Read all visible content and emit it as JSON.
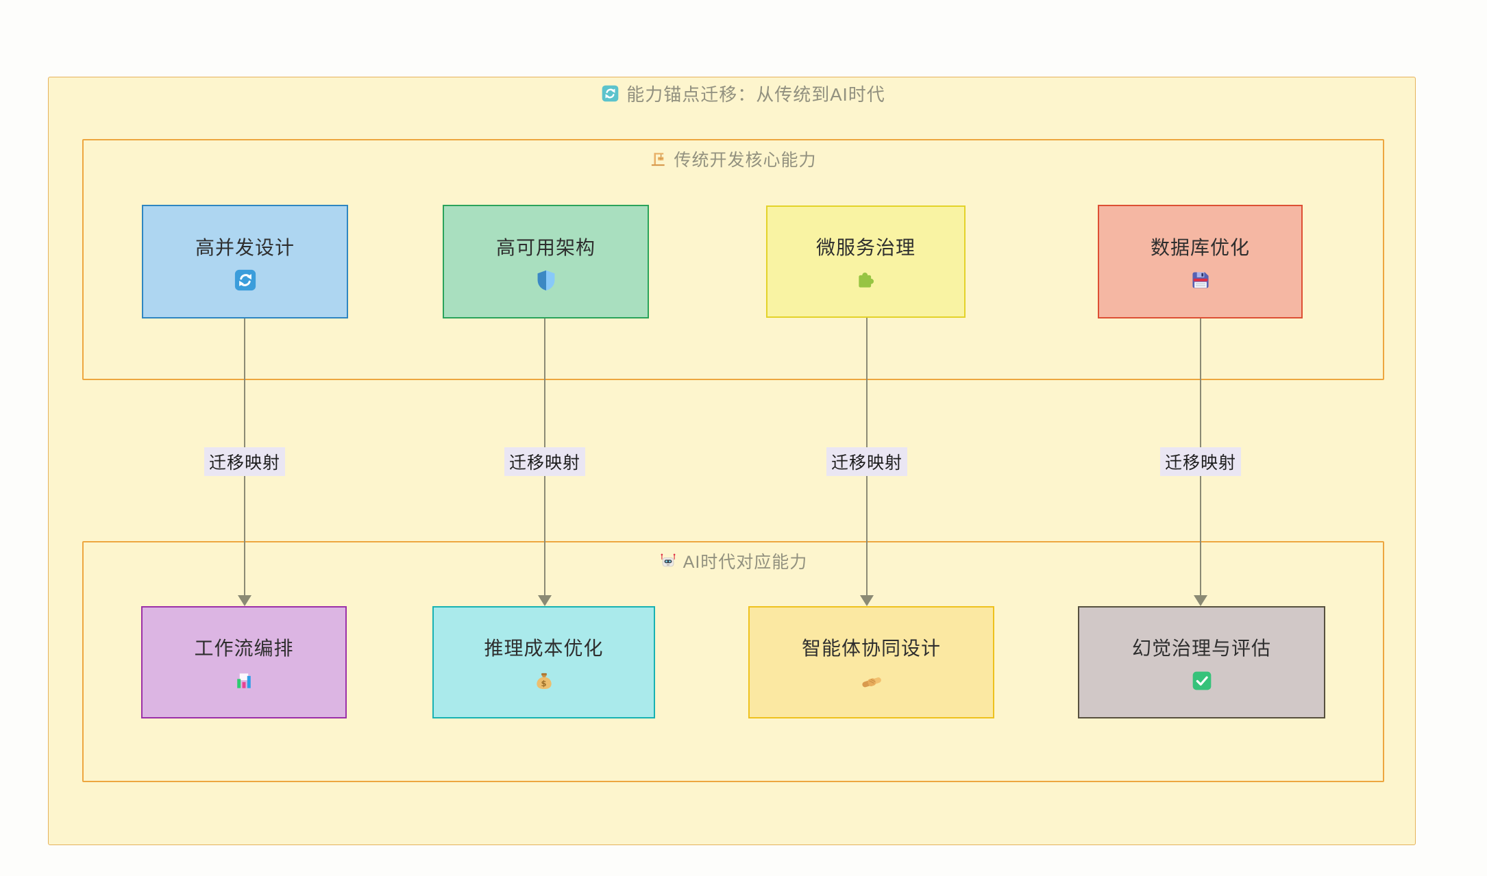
{
  "diagram": {
    "title": {
      "icon": "refresh-icon",
      "text": "能力锚点迁移：从传统到AI时代"
    },
    "groups": [
      {
        "icon": "construction-crane-icon",
        "title": "传统开发核心能力"
      },
      {
        "icon": "robot-icon",
        "title": "AI时代对应能力"
      }
    ],
    "nodes": [
      {
        "label": "高并发设计",
        "icon": "refresh-icon",
        "fill": "#aed6f1",
        "border": "#2e86c1"
      },
      {
        "label": "高可用架构",
        "icon": "shield-icon",
        "fill": "#a9dfbf",
        "border": "#2aa35a"
      },
      {
        "label": "微服务治理",
        "icon": "puzzle-icon",
        "fill": "#f9f3a3",
        "border": "#e3d229"
      },
      {
        "label": "数据库优化",
        "icon": "floppy-disk-icon",
        "fill": "#f5b7a3",
        "border": "#dd4f33"
      },
      {
        "label": "工作流编排",
        "icon": "bar-chart-icon",
        "fill": "#dcb5e3",
        "border": "#9b30a8"
      },
      {
        "label": "推理成本优化",
        "icon": "money-bag-icon",
        "fill": "#aaeaeb",
        "border": "#17b2b2"
      },
      {
        "label": "智能体协同设计",
        "icon": "handshake-icon",
        "fill": "#fbe8a2",
        "border": "#eec11e"
      },
      {
        "label": "幻觉治理与评估",
        "icon": "check-mark-icon",
        "fill": "#d1c8c7",
        "border": "#56503e"
      }
    ],
    "edges": [
      {
        "label": "迁移映射"
      },
      {
        "label": "迁移映射"
      },
      {
        "label": "迁移映射"
      },
      {
        "label": "迁移映射"
      }
    ],
    "colors": {
      "canvas_background": "#fdfdfb",
      "cluster_fill": "#fdf5cd",
      "cluster_border": "#eda63f",
      "outer_border": "#e5b25b",
      "edge_line": "#8b8a74",
      "edge_label_background": "#eae6f3",
      "title_text": "#91907f",
      "node_text": "#2e2e2e"
    }
  }
}
